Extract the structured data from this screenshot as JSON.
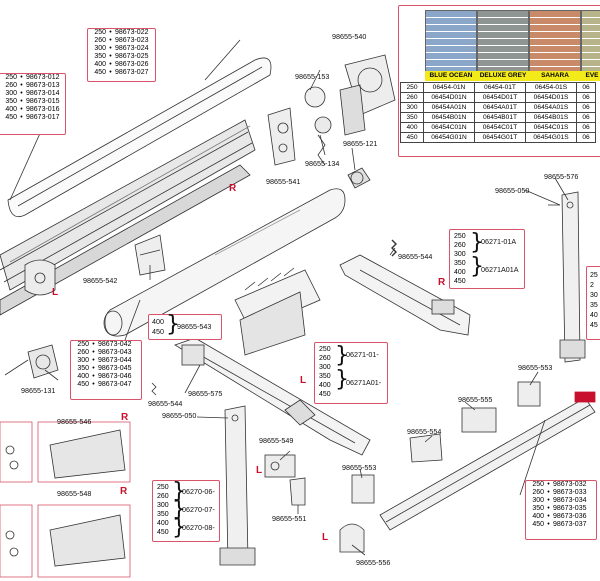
{
  "parts": {
    "p98655_540": "98655-540",
    "p98655_153": "98655-153",
    "p98655_134": "98655-134",
    "p98655_121": "98655-121",
    "p98655_541": "98655-541",
    "p98655_542": "98655-542",
    "p98655_543": "98655-543",
    "p98655_131": "98655-131",
    "p98655_050a": "98655-050",
    "p98655_576": "98655-576",
    "p98655_544a": "98655-544",
    "p98655_544b": "98655-544",
    "p98655_575": "98655-575",
    "p98655_050b": "98655-050",
    "p98655_549": "98655-549",
    "p98655_551": "98655-551",
    "p98655_553a": "98655-553",
    "p98655_555": "98655-555",
    "p98655_554": "98655-554",
    "p98655_553b": "98655-553",
    "p98655_556": "98655-556",
    "p98655_546": "98655-546",
    "p98655_548": "98655-548"
  },
  "boxes": {
    "topcover": [
      {
        "size": "250",
        "code": "98673-022"
      },
      {
        "size": "260",
        "code": "98673-023"
      },
      {
        "size": "300",
        "code": "98673-024"
      },
      {
        "size": "350",
        "code": "98673-025"
      },
      {
        "size": "400",
        "code": "98673-026"
      },
      {
        "size": "450",
        "code": "98673-027"
      }
    ],
    "leftcase": [
      {
        "size": "250",
        "code": "98673-012"
      },
      {
        "size": "260",
        "code": "98673-013"
      },
      {
        "size": "300",
        "code": "98673-014"
      },
      {
        "size": "350",
        "code": "98673-015"
      },
      {
        "size": "400",
        "code": "98673-016"
      },
      {
        "size": "450",
        "code": "98673-017"
      }
    ],
    "roller": [
      {
        "size": "250",
        "code": "98673-042"
      },
      {
        "size": "260",
        "code": "98673-043"
      },
      {
        "size": "300",
        "code": "98673-044"
      },
      {
        "size": "350",
        "code": "98673-045"
      },
      {
        "size": "400",
        "code": "98673-046"
      },
      {
        "size": "450",
        "code": "98673-047"
      }
    ],
    "frontbar": [
      {
        "size": "250",
        "code": "98673-032"
      },
      {
        "size": "260",
        "code": "98673-033"
      },
      {
        "size": "300",
        "code": "98673-034"
      },
      {
        "size": "350",
        "code": "98673-035"
      },
      {
        "size": "400",
        "code": "98673-036"
      },
      {
        "size": "450",
        "code": "98673-037"
      }
    ],
    "armR": {
      "sizes": [
        "250",
        "260",
        "300",
        "350",
        "400",
        "450"
      ],
      "codes": [
        "06271-01A",
        "06271A01A"
      ]
    },
    "armL": {
      "sizes": [
        "250",
        "260",
        "300",
        "350",
        "400",
        "450"
      ],
      "codes": [
        "06271-01-",
        "06271A01-"
      ]
    },
    "leg": {
      "sizes": [
        "250",
        "260",
        "300",
        "350",
        "400",
        "450"
      ],
      "codes": [
        "06270-06-",
        "06270-07-",
        "06270-08-"
      ]
    },
    "c543": {
      "sizes": [
        "400",
        "450"
      ],
      "code": "98655-543"
    },
    "right_partial": [
      "25",
      "2",
      "30",
      "35",
      "40",
      "45"
    ]
  },
  "sides": {
    "R": "R",
    "L": "L"
  },
  "fabric": {
    "columns": [
      "BLUE OCEAN",
      "DELUXE GREY",
      "SAHARA",
      "EVE"
    ],
    "rows": [
      {
        "size": "250",
        "codes": [
          "06454-01N",
          "06454-01T",
          "06454-01S",
          "06"
        ]
      },
      {
        "size": "260",
        "codes": [
          "06454D01N",
          "06454D01T",
          "06454D01S",
          "06"
        ]
      },
      {
        "size": "300",
        "codes": [
          "06454A01N",
          "06454A01T",
          "06454A01S",
          "06"
        ]
      },
      {
        "size": "350",
        "codes": [
          "06454B01N",
          "06454B01T",
          "06454B01S",
          "06"
        ]
      },
      {
        "size": "400",
        "codes": [
          "06454C01N",
          "06454C01T",
          "06454C01S",
          "06"
        ]
      },
      {
        "size": "450",
        "codes": [
          "06454G01N",
          "06454G01T",
          "06454G01S",
          "06"
        ]
      }
    ],
    "swatch_colors": [
      "#8aa6c8",
      "#8f9592",
      "#c98a6a",
      "#b7b38a"
    ],
    "label_bg": "#f3ea1a"
  },
  "colors": {
    "accent": "#c8102e",
    "box_border": "#d9546a"
  }
}
